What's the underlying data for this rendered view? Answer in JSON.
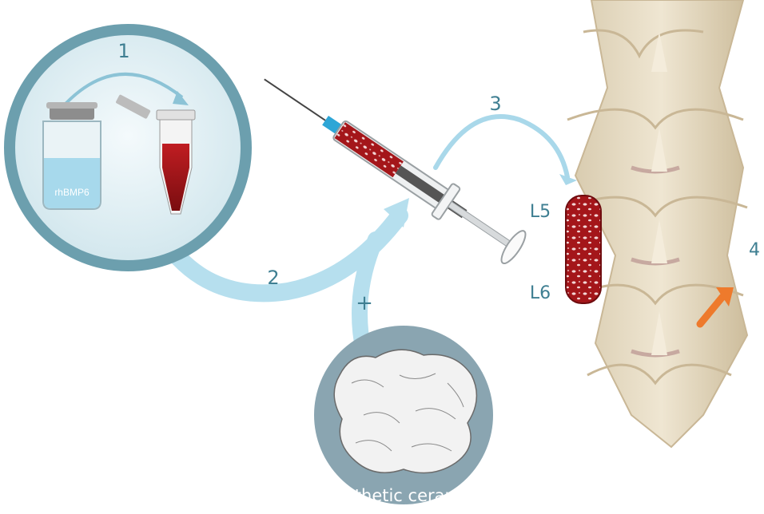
{
  "steps": {
    "step1": "1",
    "step2": "2",
    "step3": "3",
    "step4": "4",
    "plus": "+"
  },
  "vial": {
    "label": "rhBMP6"
  },
  "ceramics": {
    "label": "Synthetic ceramics"
  },
  "spine": {
    "label_upper": "L5",
    "label_lower": "L6"
  },
  "colors": {
    "circle_border": "#6c9fae",
    "circle_fill": "#dcecf1",
    "arrow_blue": "#a9d8ea",
    "label_blue": "#3f7f92",
    "blood_red": "#a4161a",
    "bone": "#e4d8c0",
    "bone_shadow": "#c9b796",
    "orange_arrow": "#ee7a2c",
    "ceramic_bg": "#8aa5b1"
  }
}
